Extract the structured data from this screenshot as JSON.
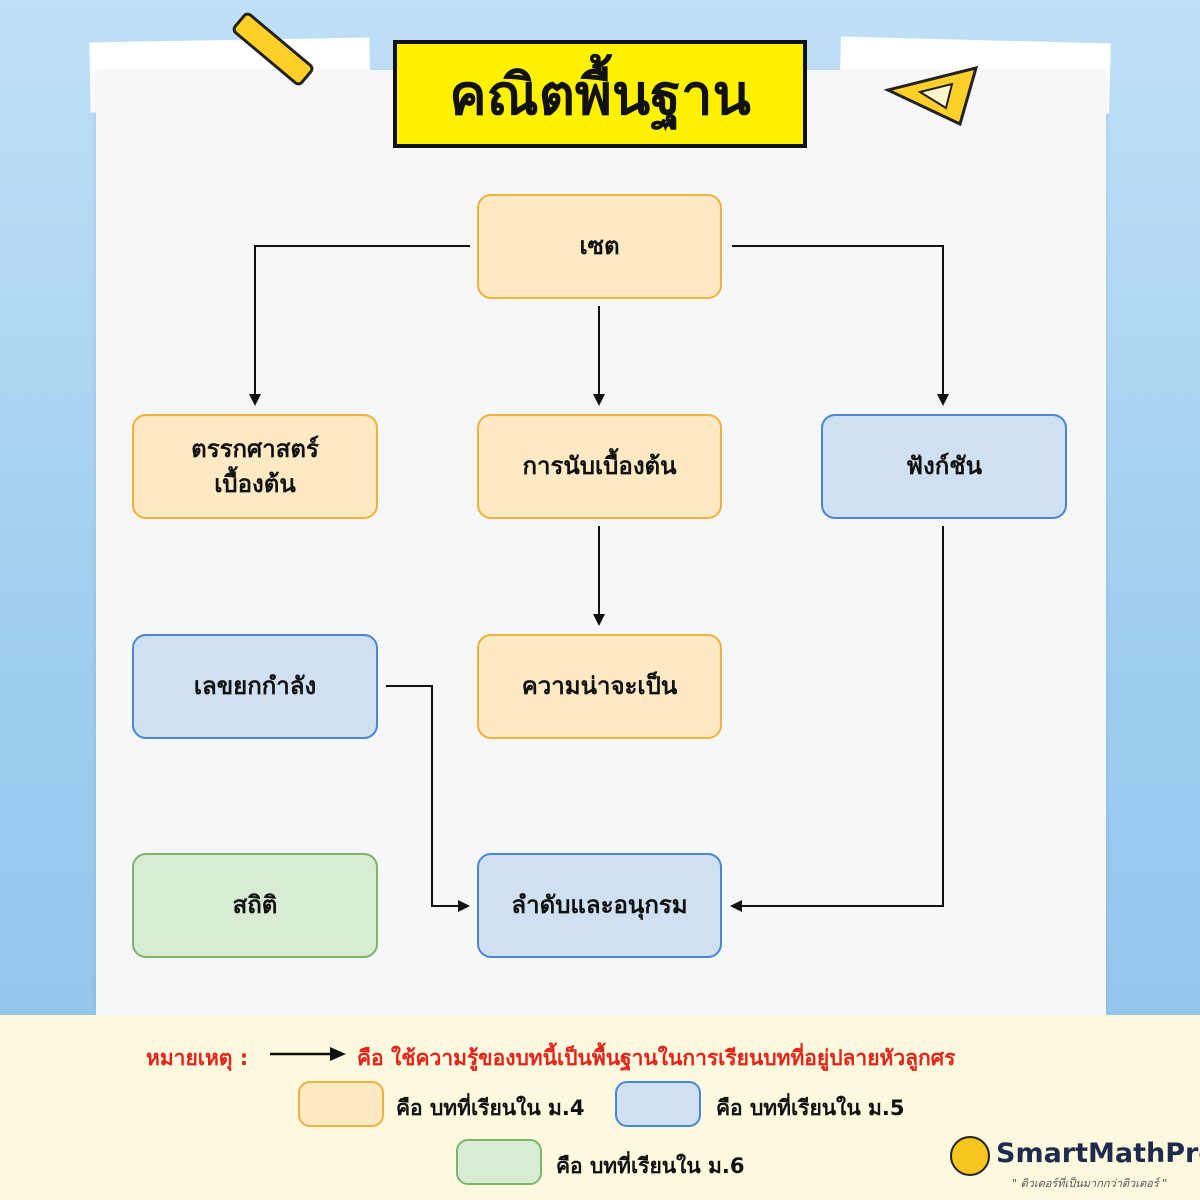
{
  "title": "คณิตพื้นฐาน",
  "nodes": {
    "set": "เซต",
    "logic": "ตรรกศาสตร์\nเบื้องต้น",
    "counting": "การนับเบื้องต้น",
    "function": "ฟังก์ชัน",
    "probability": "ความน่าจะเป็น",
    "exponent": "เลขยกกำลัง",
    "statistics": "สถิติ",
    "sequence": "ลำดับและอนุกรม"
  },
  "legend": {
    "note_label": "หมายเหตุ :",
    "arrow_desc": "คือ ใช้ความรู้ของบทนี้เป็นพื้นฐานในการเรียนบทที่อยู่ปลายหัวลูกศร",
    "m4": "คือ บทที่เรียนใน ม.4",
    "m5": "คือ บทที่เรียนใน ม.5",
    "m6": "คือ บทที่เรียนใน ม.6"
  },
  "colors": {
    "m4_fill": "#fde9c4",
    "m4_border": "#f0b03c",
    "m5_fill": "#cfe0f2",
    "m5_border": "#4a86d4",
    "m6_fill": "#d8ecd3",
    "m6_border": "#7db36b",
    "note_red": "#e2241b",
    "title_bg": "#fff200"
  },
  "logo": {
    "name": "SmartMathPro",
    "tagline": "\" ติวเตอร์ที่เป็นมากกว่าติวเตอร์ \""
  }
}
